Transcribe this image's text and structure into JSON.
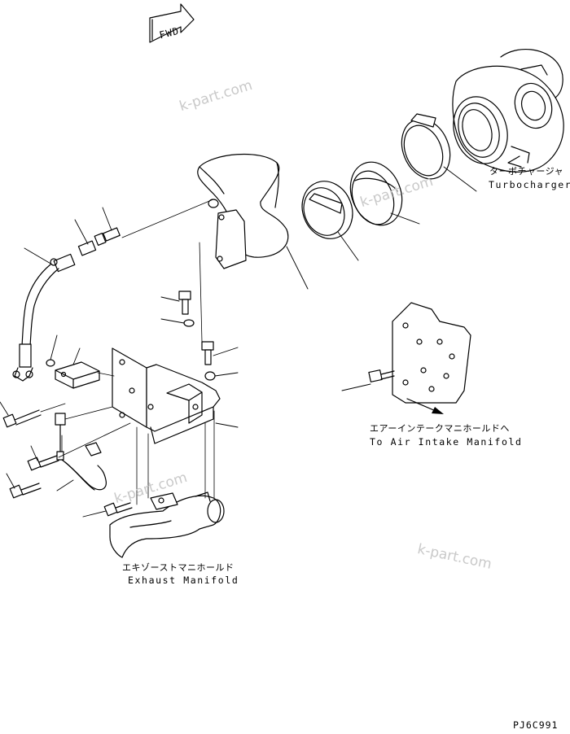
{
  "fwd_label": "FWD",
  "labels": {
    "turbocharger_jp": "ターボチャージャ",
    "turbocharger_en": "Turbocharger",
    "intake_jp": "エアーインテークマニホールドへ",
    "intake_en": "To Air Intake Manifold",
    "exhaust_jp": "エキゾーストマニホールド",
    "exhaust_en": "Exhaust Manifold",
    "drawing_code": "PJ6C991"
  },
  "watermarks": [
    "k-part.com",
    "k-part.com",
    "k-part.com",
    "k-part.com"
  ]
}
